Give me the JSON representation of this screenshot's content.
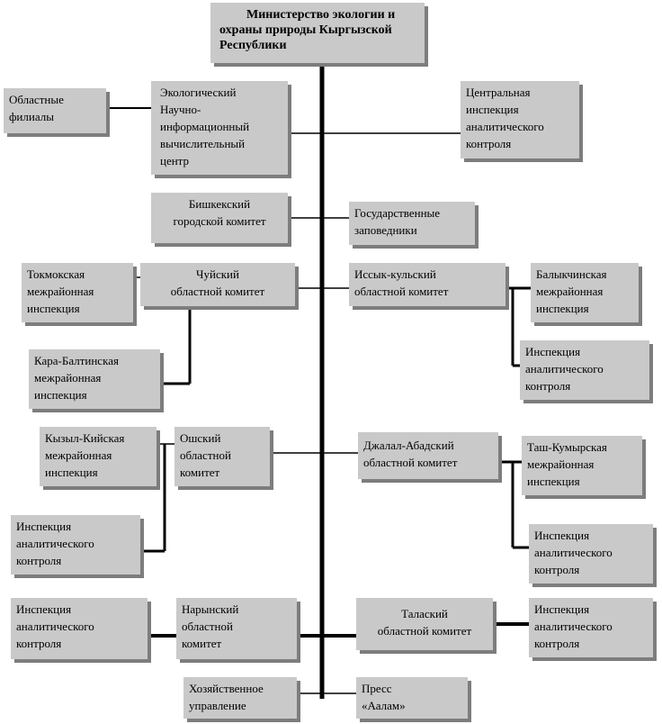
{
  "colors": {
    "box_fill": "#c9c9c9",
    "box_shadow": "#7d7d7d",
    "connector": "#000000"
  },
  "ministry": "Министерство экологии и\nохраны природы Кыргызской\nРеспублики",
  "boxes": {
    "oblastnye_filialy": "Областные\nфилиалы",
    "eco_center": "Экологический\nНаучно-\nинформационный\nвычислительный\nцентр",
    "central_inspection": "Центральная\nинспекция\nаналитического\nконтроля",
    "bishkek": "Бишкекский\nгородской комитет",
    "zapovedniki": "Государственные\nзаповедники",
    "tokmok": "Токмокская\nмежрайонная\nинспекция",
    "chuy": "Чуйский\nобластной комитет",
    "kara_balta": "Кара-Балтинская\nмежрайонная\nинспекция",
    "issyk_kul": "Иссык-кульский\nобластной комитет",
    "balykchy": "Балыкчинская\nмежрайонная\nинспекция",
    "issyk_inspection": "Инспекция\nаналитического\nконтроля",
    "kyzyl_kiya": "Кызыл-Кийская\nмежрайонная\nинспекция",
    "osh": "Ошский\nобластной\nкомитет",
    "osh_inspection": "Инспекция\nаналитического\nконтроля",
    "jalal_abad": "Джалал-Абадский\nобластной комитет",
    "tash_kumyr": "Таш-Кумырская\nмежрайонная\nинспекция",
    "jalal_inspection": "Инспекция\nаналитического\nконтроля",
    "naryn_inspection": "Инспекция\nаналитического\nконтроля",
    "naryn": "Нарынский\nобластной\nкомитет",
    "talas": "Талаский\nобластной комитет",
    "talas_inspection": "Инспекция\nаналитического\nконтроля",
    "khoz": "Хозяйственное\nуправление",
    "press": "Пресс\n«Аалам»"
  }
}
